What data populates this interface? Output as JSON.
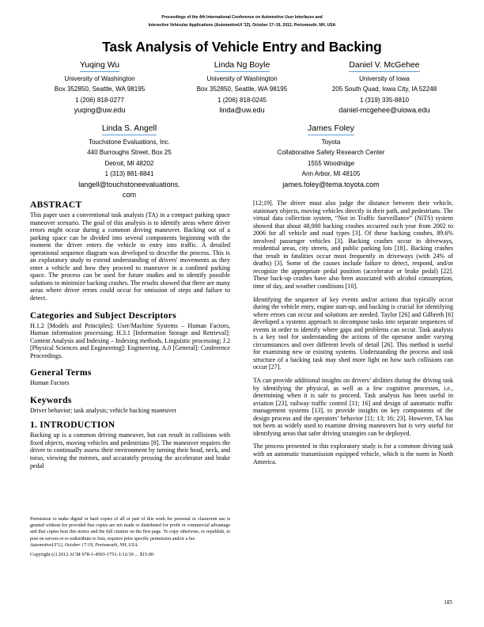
{
  "conference": {
    "line1": "Proceedings of the 4th International Conference on Automotive User Interfaces and",
    "line2": "Interactive Vehicular Applications (AutomotiveUI '12), October 17–19, 2012, Portsmouth, NH, USA"
  },
  "title": "Task Analysis of Vehicle Entry and Backing",
  "authors_row1": [
    {
      "name": "Yuqing Wu",
      "affiliation": "University of Washington",
      "address": "Box 352850, Seattle, WA 98195",
      "phone": "1 (206) 818-0277",
      "email": "yuqing@uw.edu"
    },
    {
      "name": "Linda Ng Boyle",
      "affiliation": "University of Washington",
      "address": "Box 352850, Seattle, WA 98195",
      "phone": "1 (206) 818-0245",
      "email": "linda@uw.edu"
    },
    {
      "name": "Daniel V. McGehee",
      "affiliation": "University of Iowa",
      "address": "205 South Quad, Iowa City, IA 52248",
      "phone": "1 (319) 335-8810",
      "email": "daniel-mcgehee@uiowa.edu"
    }
  ],
  "authors_row2": [
    {
      "name": "Linda S. Angell",
      "affiliation": "Touchstone Evaluations, Inc.",
      "address": "440 Burroughs Street, Box 25",
      "address2": "Detroit, MI 48202",
      "phone": "1 (313) 881-8841",
      "email": "langell@touchstoneevaluations.",
      "email2": "com"
    },
    {
      "name": "James Foley",
      "affiliation": "Toyota",
      "address": "Collaborative Safety Research Center",
      "address2": "1555 Woodridge",
      "address3": "Ann Arbor, MI 48105",
      "email": "james.foley@tema.toyota.com"
    }
  ],
  "sections": {
    "abstract_heading": "ABSTRACT",
    "abstract_text": "This paper uses a conventional task analysis (TA) in a compact parking space maneuver scenario. The goal of this analysis is to identify areas where driver errors might occur during a common driving maneuver. Backing out of a parking space can be divided into several components beginning with the moment the driver enters the vehicle to entry into traffic. A detailed operational sequence diagram was developed to describe the process. This is an exploratory study to extend understanding of drivers' movements as they enter a vehicle and how they proceed to maneuver in a confined parking space. The process can be used for future studies and to identify possible solutions to minimize backing crashes. The results showed that there are many areas where driver errors could occur for omission of steps and failure to detect.",
    "categories_heading": "Categories and Subject Descriptors",
    "categories_text": "H.1.2 [Models and Principles]: User/Machine Systems – Human Factors, Human information processing; H.3.1 [Information Storage and Retrieval]: Content Analysis and Indexing – Indexing methods, Linguistic processing; J.2 [Physical Sciences and Engineering]: Engineering. A.0 [General]: Conference Proceedings.",
    "general_terms_heading": "General Terms",
    "general_terms_text": "Human Factors",
    "keywords_heading": "Keywords",
    "keywords_text": "Driver behavior; task analysis; vehicle backing maneuver",
    "introduction_heading": "1. INTRODUCTION",
    "introduction_p1": "Backing up is a common driving maneuver, but can result in collisions with fixed objects, moving vehicles and pedestrians [8]. The maneuver requires the driver to continually assess their environment by turning their head, neck, and torso, viewing the mirrors, and accurately pressing the accelerator and brake pedal"
  },
  "notice": {
    "text": "Permission to make digital or hard copies of all or part of this work for personal or classroom use is granted without fee provided that copies are not made or distributed for profit or commercial advantage and that copies bear this notice and the full citation on the first page. To copy otherwise, or republish, to post on servers or to redistribute to lists, requires prior specific permission and/or a fee.",
    "citation": "AutomotiveUI'12, October 17-19, Portsmouth, NH, USA.",
    "copyright": "Copyright (c) 2012 ACM 978-1-4503-1751-1/12/10 ... $15.00"
  },
  "right_column": {
    "p1": "[12;19]. The driver must also judge the distance between their vehicle, stationary objects, moving vehicles directly in their path, and pedestrians. The virtual data collection system, “Not in Traffic Surveillance” (NiTS) system showed that about 48,000 backing crashes occurred each year from 2002 to 2006 for all vehicle and road types [3]. Of these backing crashes, 89.6% involved passenger vehicles [3]. Backing crashes occur in driveways, residential areas, city streets, and public parking lots [18].. Backing crashes that result in fatalities occur most frequently in driveways (with 24% of deaths) [3]. Some of the causes include failure to detect, respond, and/or recognize the appropriate pedal position (accelerator or brake pedal) [22]. These back-up crashes have also been associated with alcohol consumption, time of day, and weather conditions [10].",
    "p2": "Identifying the sequence of key events and/or actions that typically occur during the vehicle entry, engine start-up, and backing is crucial for identifying where errors can occur and solutions are needed. Taylor [26] and Gilbreth [6] developed a systems approach to decompose tasks into separate sequences of events in order to identify where gaps and problems can occur. Task analysis is a key tool for understanding the actions of the operator under varying circumstances and over different levels of detail [26]. This method is useful for examining new or existing systems. Understanding the process and task structure of a backing task may shed more light on how such collisions can occur [27].",
    "p3": "TA can provide additional insights on drivers’ abilities during the driving task by identifying the physical, as well as a few cognitive processes, i.e., determining when it is safe to proceed. Task analysis has been useful in aviation [23], railway traffic control [11; 16] and design of automatic traffic management systems [13], to provide insights on key components of the design process and the operators’ behavior [11; 13; 16; 23]. However, TA has not been as widely used to examine driving maneuvers but is very useful for identifying areas that safer driving strategies can be deployed.",
    "p4": "The process presented in this exploratory study is for a common driving task with an automatic transmission equipped vehicle, which is the norm in North America."
  },
  "page_number": "185"
}
